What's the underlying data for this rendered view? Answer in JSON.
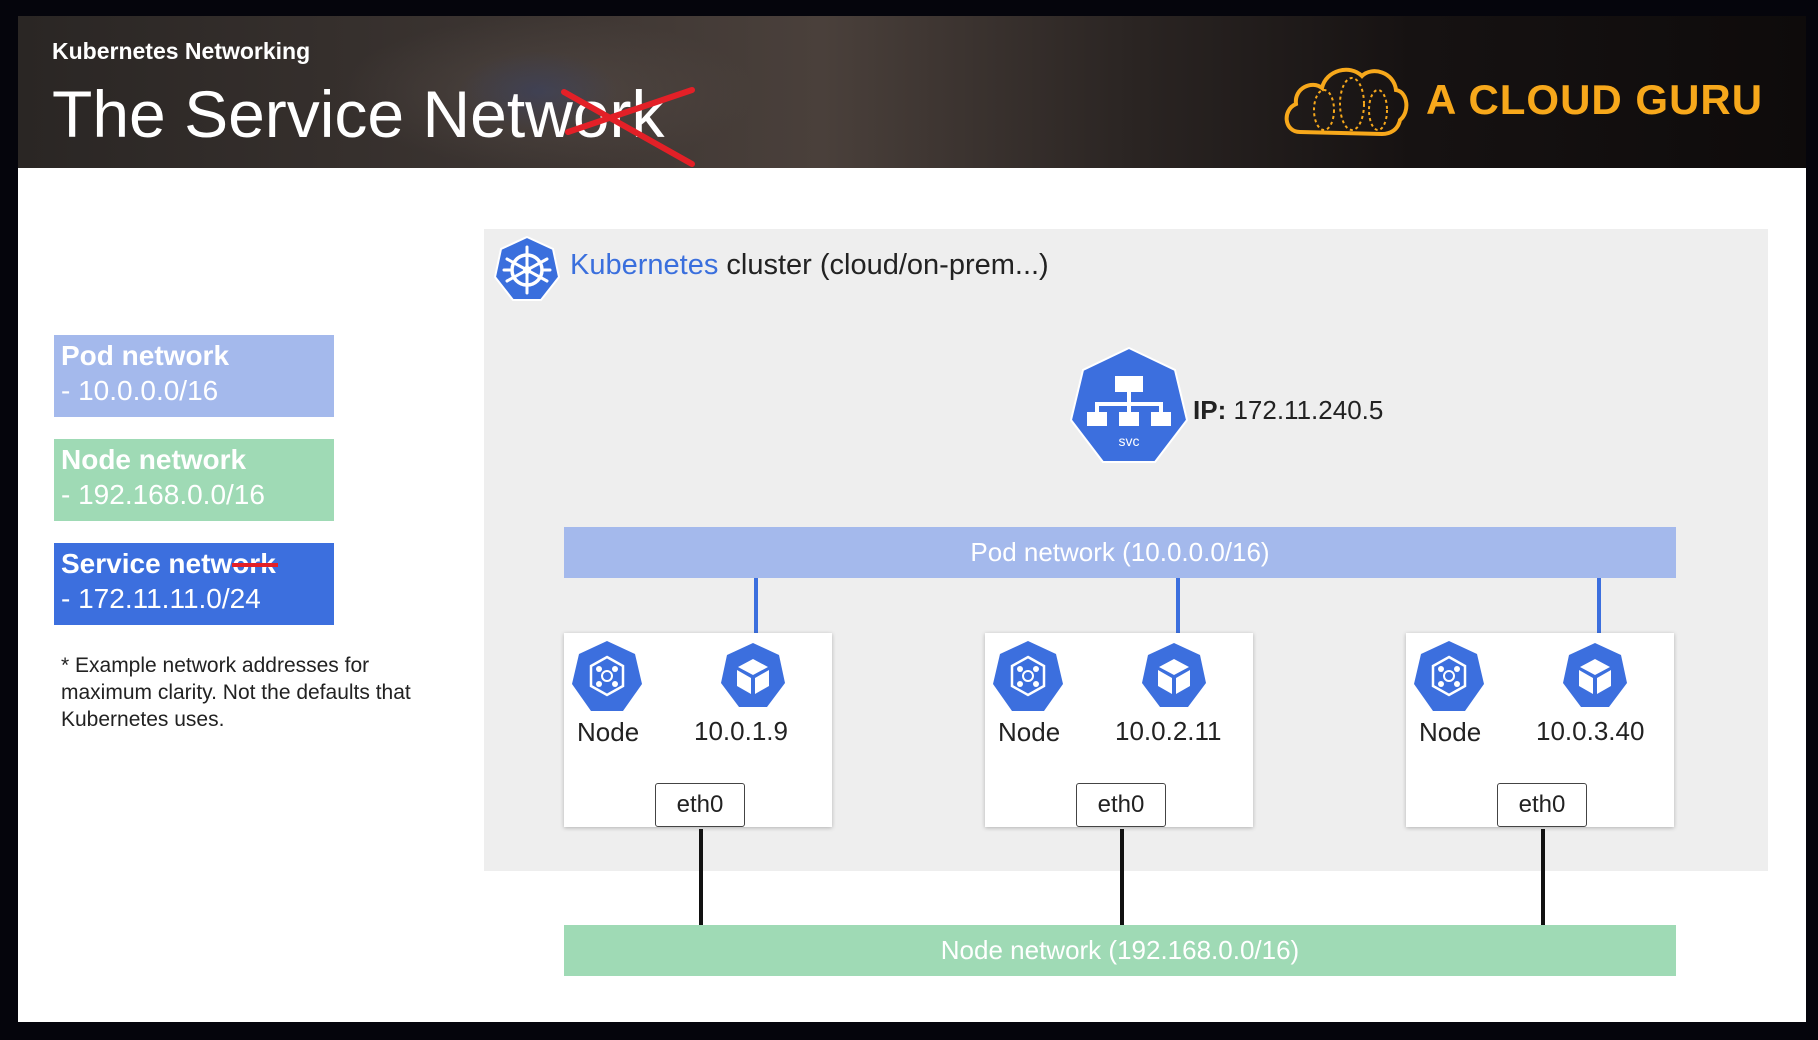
{
  "header": {
    "subtitle": "Kubernetes Networking",
    "title": "The Service Network",
    "brand": "A CLOUD GURU"
  },
  "legend": [
    {
      "name": "Pod network",
      "value": "- 10.0.0.0/16"
    },
    {
      "name": "Node network",
      "value": "- 192.168.0.0/16"
    },
    {
      "name": "Service network",
      "value": "- 172.11.11.0/24"
    }
  ],
  "footnote": "* Example network addresses for maximum clarity. Not the defaults that Kubernetes uses.",
  "cluster": {
    "label_k8s": "Kubernetes",
    "label_rest": " cluster (cloud/on-prem...)"
  },
  "service": {
    "icon_text": "svc",
    "ip_label": "IP:",
    "ip_value": " 172.11.240.5"
  },
  "pod_network_bar": "Pod network (10.0.0.0/16)",
  "node_network_bar": "Node network (192.168.0.0/16)",
  "nodes": [
    {
      "label": "Node",
      "pod_ip": "10.0.1.9",
      "iface": "eth0"
    },
    {
      "label": "Node",
      "pod_ip": "10.0.2.11",
      "iface": "eth0"
    },
    {
      "label": "Node",
      "pod_ip": "10.0.3.40",
      "iface": "eth0"
    }
  ],
  "colors": {
    "pod": "#a4b9ec",
    "node": "#9fdab5",
    "service": "#3c6fde",
    "k8s_blue": "#3a6fdd",
    "brand": "#f7a81b",
    "strike": "#e32027"
  }
}
